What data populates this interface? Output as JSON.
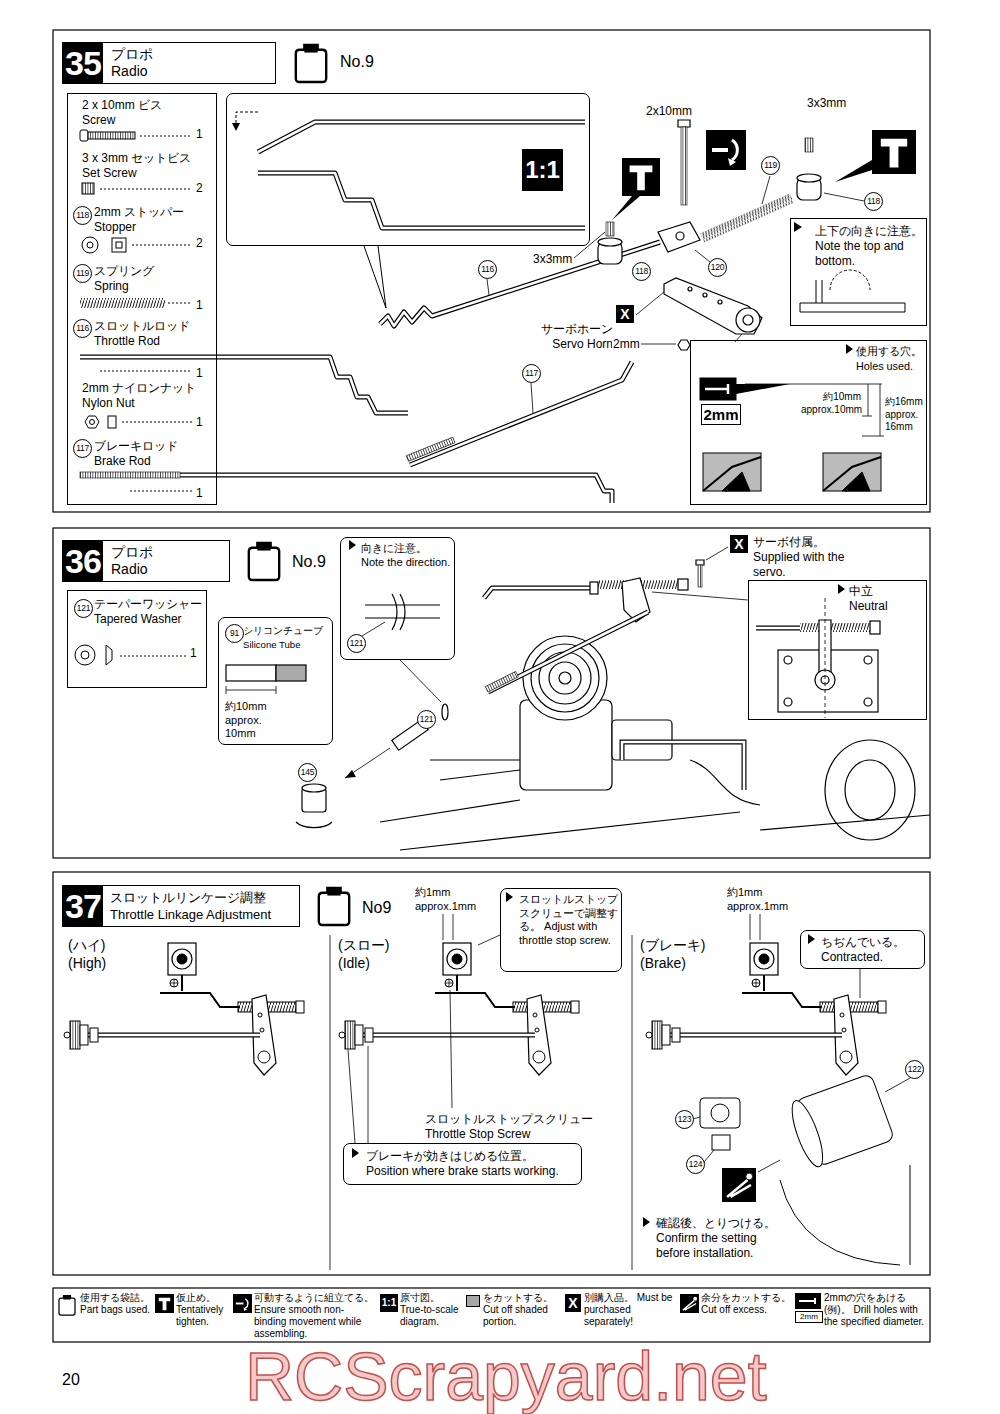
{
  "diagram": {
    "nodes": [
      {
        "text": [
          "35",
          "プロポ Radio"
        ]
      },
      {
        "text": [
          "2 x 10mm ビス Screw",
          "1",
          "3 x 3mm セットビス Set Screw",
          "2",
          "118",
          "2mm ストッパー Stopper",
          "2",
          "119",
          "スプリング Spring",
          "1",
          "116",
          "スロットルロッド Throttle Rod",
          "1",
          "2mm ナイロンナット Nylon Nut",
          "1",
          "117",
          "ブレーキロッド Brake Rod",
          "1"
        ]
      },
      {
        "text": [
          "1:1"
        ]
      },
      {
        "text": [
          "上下の向きに注意。 Note the top and bottom."
        ]
      },
      {
        "text": [
          "使用する穴。 Holes used.",
          "2mm",
          "約10mm approx.10mm",
          "約16mm approx. 16mm"
        ]
      },
      {
        "text": [
          "36",
          "プロポ Radio"
        ]
      },
      {
        "text": [
          "121",
          "テーパーワッシャー Tapered Washer",
          "1"
        ]
      },
      {
        "text": [
          "91",
          "シリコンチューブ Silicone Tube",
          "約10mm approx. 10mm"
        ]
      },
      {
        "text": [
          "向きに注意。 Note the direction.",
          "121"
        ]
      },
      {
        "text": [
          "中立 Neutral"
        ]
      },
      {
        "text": [
          "37",
          "スロットルリンケージ調整 Throttle Linkage Adjustment"
        ]
      },
      {
        "text": [
          "スロットルストップスクリューで調整する。 Adjust with throttle stop screw."
        ]
      },
      {
        "text": [
          "ちぢんでいる。 Contracted."
        ]
      },
      {
        "text": [
          "ブレーキが効きはじめる位置。 Position where brake starts working."
        ]
      }
    ],
    "labels": [
      "No.9",
      "2x10mm",
      "3x3mm",
      "119",
      "118",
      "3x3mm",
      "118",
      "120",
      "116",
      "サーボホーン Servo Horn",
      "X",
      "2mm",
      "117",
      "No.9",
      "X",
      "サーボ付属。 Supplied with the servo.",
      "121",
      "145",
      "No9",
      "(ハイ) (High)",
      "約1mm approx.1mm",
      "(スロー) (Idle)",
      "約1mm approx.1mm",
      "(ブレーキ) (Brake)",
      "スロットルストップスクリュー Throttle Stop Screw",
      "122",
      "123",
      "124",
      "確認後、とりつける。 Confirm the setting before installation.",
      "1:1",
      "X",
      "2mm",
      "20",
      "RCScrapyard.net"
    ],
    "legend": [
      {
        "text": "使用する袋詰。 Part bags used."
      },
      {
        "text": "仮止め。 Tentatively tighten."
      },
      {
        "text": "可動するように組立てる。 Ensure smooth non-binding movement while assembling."
      },
      {
        "text": "原寸図。 True-to-scale diagram."
      },
      {
        "text": "をカットする。 Cut off shaded portion.",
        "color": "#a6a6a6"
      },
      {
        "text": "別購入品。 Must be purchased separately!"
      },
      {
        "text": "余分をカットする。 Cut off excess."
      },
      {
        "text": "2mmの穴をあける(例)。 Drill holes with the specified diameter."
      }
    ]
  }
}
